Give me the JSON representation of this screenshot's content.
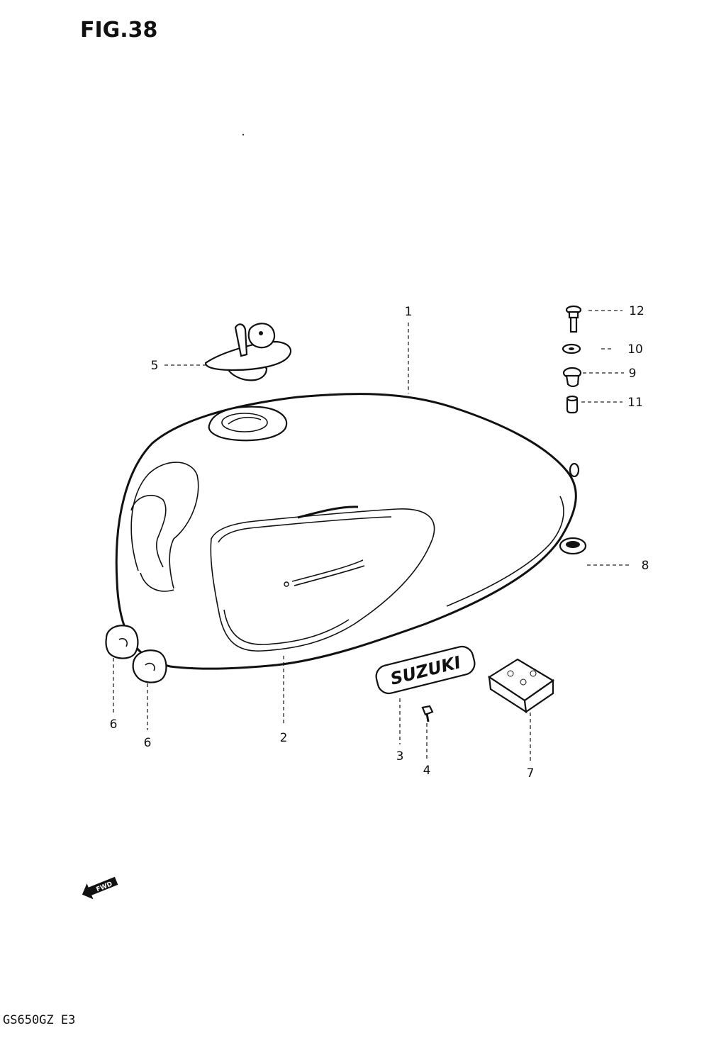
{
  "figure": {
    "label": "FIG.38"
  },
  "footer": {
    "model_code": "GS650GZ  E3"
  },
  "forward_arrow": {
    "text": "FWD",
    "icon": "forward-arrow-icon"
  },
  "emblem": {
    "text": "SUZUKI"
  },
  "callouts": [
    "1",
    "2",
    "3",
    "4",
    "5",
    "6",
    "6",
    "7",
    "8",
    "9",
    "10",
    "11",
    "12"
  ]
}
